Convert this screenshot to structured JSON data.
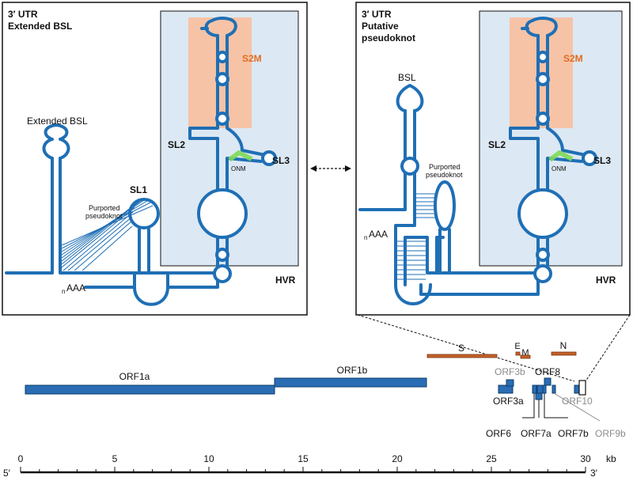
{
  "left_panel": {
    "title_line1": "3′ UTR",
    "title_line2": "Extended BSL",
    "extended_bsl": "Extended BSL",
    "sl1": "SL1",
    "purported_pseudoknot_l1": "Purported",
    "purported_pseudoknot_l2": "pseudoknot",
    "polya_sub": "n",
    "polya": "AAA",
    "s2m": "S2M",
    "sl2": "SL2",
    "sl3": "SL3",
    "onm": "ONM",
    "hvr": "HVR"
  },
  "right_panel": {
    "title_line1": "3′ UTR",
    "title_line2": "Putative",
    "title_line3": "pseudoknot",
    "bsl": "BSL",
    "purported_pseudoknot_l1": "Purported",
    "purported_pseudoknot_l2": "pseudoknot",
    "polya_sub": "n",
    "polya": "AAA",
    "s2m": "S2M",
    "sl2": "SL2",
    "sl3": "SL3",
    "onm": "ONM",
    "hvr": "HVR"
  },
  "genome": {
    "orf1a": "ORF1a",
    "orf1b": "ORF1b",
    "s": "S",
    "e": "E",
    "m": "M",
    "n": "N",
    "orf3b": "ORF3b",
    "orf3a": "ORF3a",
    "orf8": "ORF8",
    "orf10": "ORF10",
    "orf6": "ORF6",
    "orf7a": "ORF7a",
    "orf7b": "ORF7b",
    "orf9b": "ORF9b"
  },
  "axis": {
    "ticks": [
      "0",
      "5",
      "10",
      "15",
      "20",
      "25",
      "30"
    ],
    "unit": "kb",
    "five_prime": "5′",
    "three_prime": "3′"
  },
  "colors": {
    "rna": "#1f6fb5",
    "hvr_fill": "#dce8f3",
    "s2m_fill": "#f6c3a6",
    "s2m_text": "#e06c1f",
    "onm": "#7ed957",
    "orf_blue": "#2a6db4",
    "structural_orange": "#c4612a",
    "gray_label": "#8c8c8c"
  }
}
